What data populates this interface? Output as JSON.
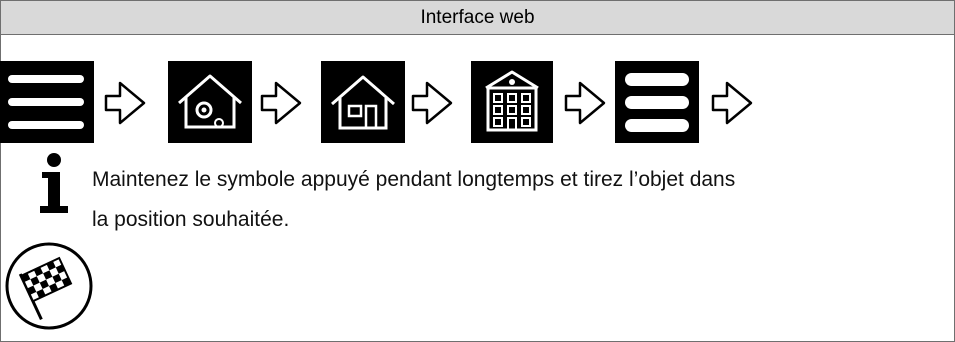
{
  "header": {
    "title": "Interface web"
  },
  "steps": [
    {
      "icon": "menu-icon"
    },
    {
      "icon": "home-settings-icon"
    },
    {
      "icon": "house-icon"
    },
    {
      "icon": "building-icon"
    },
    {
      "icon": "menu-bold-icon"
    }
  ],
  "arrow_icon": "arrow-right-outline-icon",
  "instruction": {
    "icon": "info-icon",
    "line1": "Maintenez le symbole appuyé pendant longtemps et tirez l’objet dans",
    "line2": "la position souhaitée."
  },
  "finish": {
    "icon": "checkered-flag-icon"
  }
}
